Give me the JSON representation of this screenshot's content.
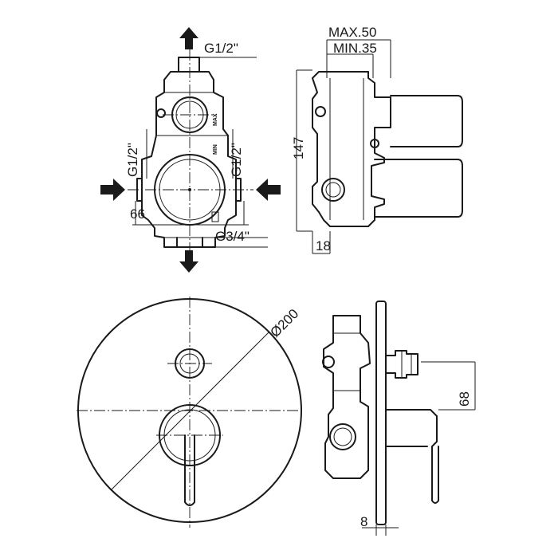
{
  "labels": {
    "inlet_top": "G1/2\"",
    "inlet_left": "G1/2\"",
    "inlet_right": "G1/2\"",
    "min_mark": "MIN",
    "max_mark": "MAX",
    "width_66": "66",
    "outlet_bottom": "G3/4\"",
    "max_depth": "MAX.50",
    "min_depth": "MIN.35",
    "height_147": "147",
    "depth_18": "18",
    "diameter": "Ø200",
    "offset_68": "68",
    "plate_8": "8"
  }
}
